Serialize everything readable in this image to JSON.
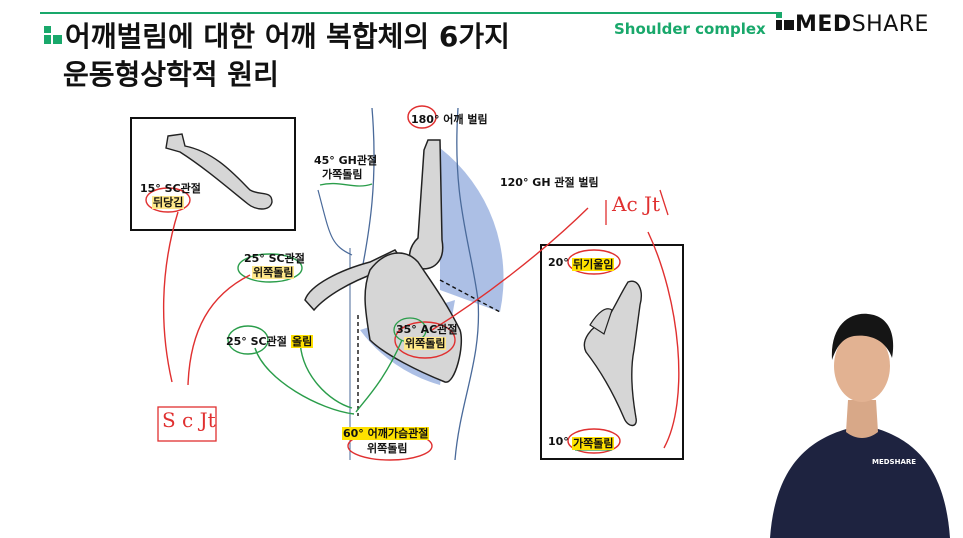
{
  "title": {
    "line1": "어깨벌림에 대한 어깨 복합체의 6가지",
    "line2": "운동형상학적 원리"
  },
  "header": {
    "subject": "Shoulder complex",
    "brand_bold": "MED",
    "brand_rest": "SHARE"
  },
  "colors": {
    "accent": "#19a86b",
    "highlight": "#ffe100",
    "annotation_red": "#e03030",
    "annotation_green": "#2a9d4a",
    "arc_fill": "#9db4e0"
  },
  "labels": {
    "abduction_180": "180° 어깨 벌림",
    "gh_120": "120° GH 관절 벌림",
    "gh_45_a": "45° GH관절",
    "gh_45_b": "가쪽돌림",
    "sc_15_a": "15° SC관절",
    "sc_15_b": "뒤당김",
    "sc_25_up_a": "25° SC관절",
    "sc_25_up_b": "위쪽돌림",
    "sc_25_elev_a": "25° SC관절",
    "sc_25_elev_b": "올림",
    "ac_35_a": "35° AC관절",
    "ac_35_b": "위쪽돌림",
    "st_60_a": "60° 어깨가슴관절",
    "st_60_b": "위쪽돌림",
    "tilt_20_a": "20°",
    "tilt_20_b": "뒤기울임",
    "rot_10_a": "10°",
    "rot_10_b": "가쪽돌림"
  },
  "handwriting": {
    "scjt": "S c Jt",
    "acjt": "Ac Jt"
  },
  "presenter": {
    "shirt_logo": "MEDSHARE"
  }
}
